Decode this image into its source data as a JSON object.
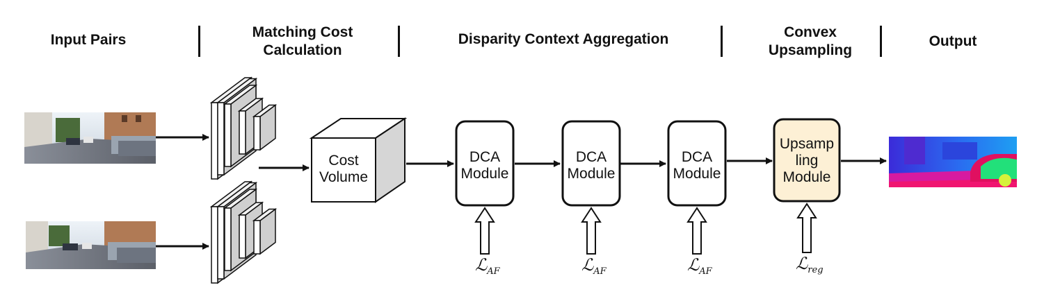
{
  "stages": {
    "input": "Input Pairs",
    "matching_line1": "Matching Cost",
    "matching_line2": "Calculation",
    "aggregation": "Disparity Context Aggregation",
    "convex_line1": "Convex",
    "convex_line2": "Upsampling",
    "output": "Output"
  },
  "cost_volume": {
    "line1": "Cost",
    "line2": "Volume"
  },
  "dca_modules": [
    {
      "line1": "DCA",
      "line2": "Module",
      "loss": "ℒ",
      "loss_sub": "AF"
    },
    {
      "line1": "DCA",
      "line2": "Module",
      "loss": "ℒ",
      "loss_sub": "AF"
    },
    {
      "line1": "DCA",
      "line2": "Module",
      "loss": "ℒ",
      "loss_sub": "AF"
    }
  ],
  "upsampling": {
    "line1": "Upsamp",
    "line2": "ling",
    "line3": "Module",
    "loss": "ℒ",
    "loss_sub": "reg",
    "fill": "#fdf0d5"
  },
  "colors": {
    "stroke": "#111111",
    "feature_face": "#ffffff",
    "feature_side": "#cfcfcf",
    "cube_side": "#d6d6d6",
    "cube_top": "#ffffff"
  }
}
